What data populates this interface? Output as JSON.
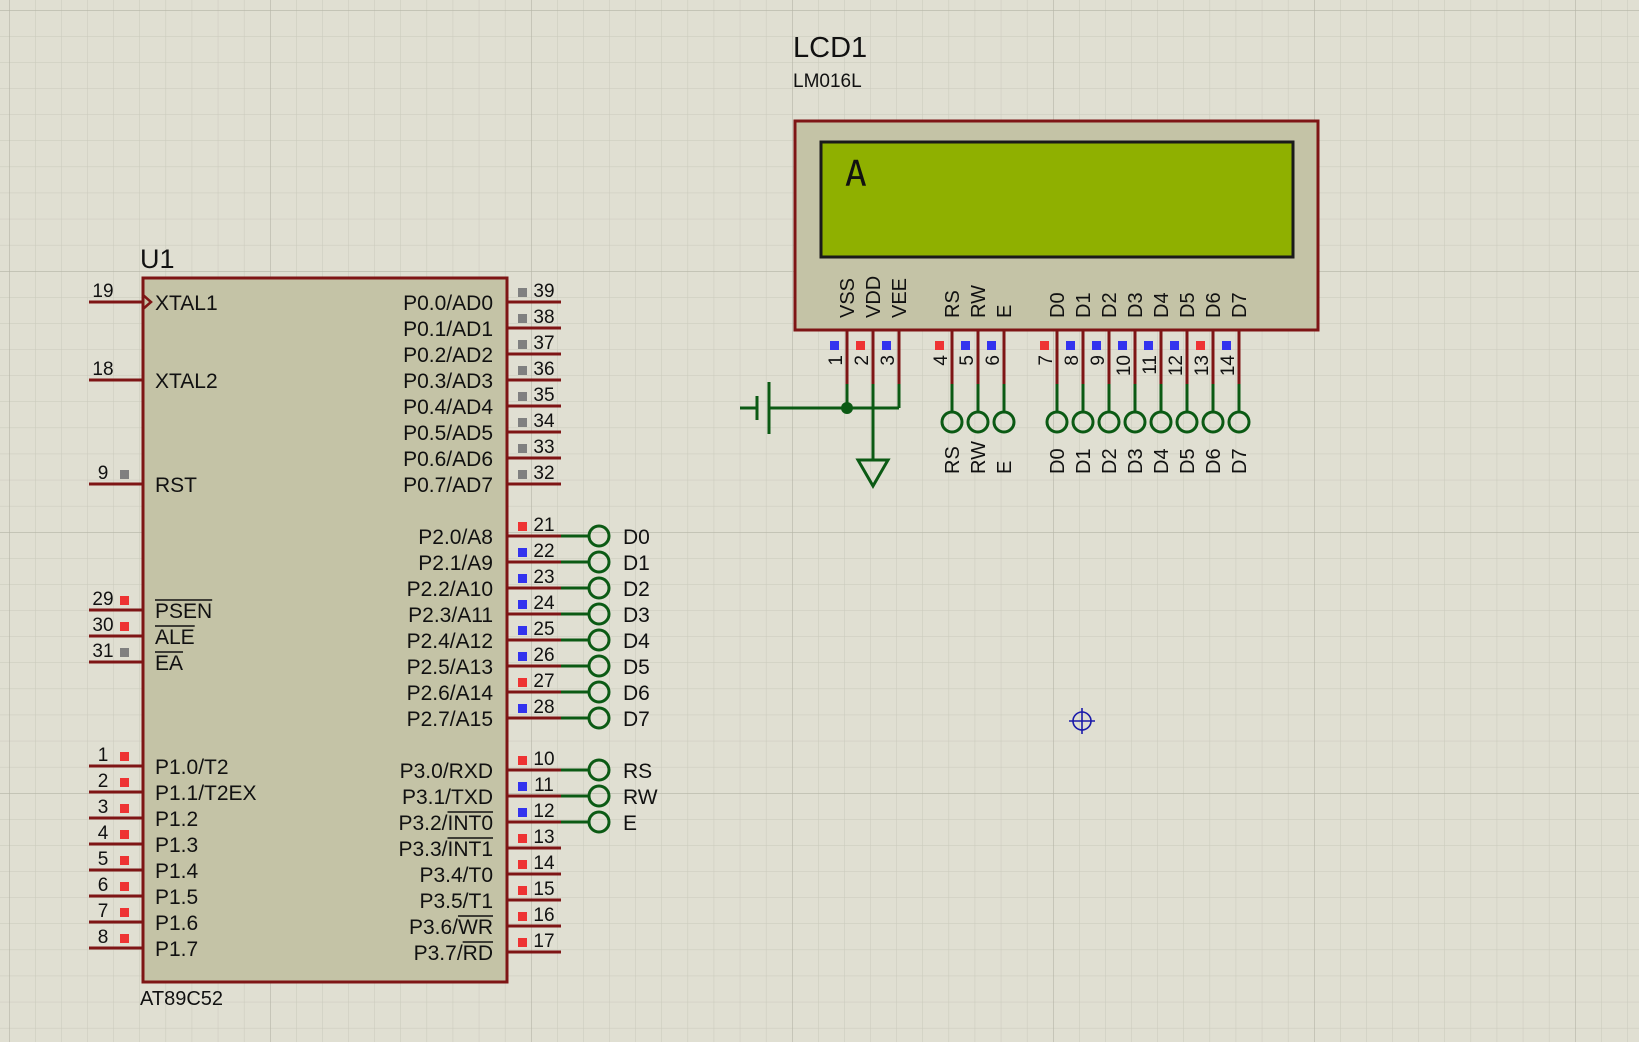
{
  "colors": {
    "background": "#e0dfd2",
    "grid_minor": "#c9c9bb",
    "grid_major": "#b7b7a8",
    "component_body": "#c4c3a6",
    "component_border": "#7e1515",
    "wire": "#0b5a14",
    "lcd_screen": "#8fb000",
    "logic_high": "#ee3333",
    "logic_low": "#3333ee",
    "logic_floating": "#808080",
    "cursor": "#1a1aaa"
  },
  "mcu": {
    "ref": "U1",
    "part": "AT89C52",
    "left_pins": [
      {
        "num": "19",
        "label": "XTAL1",
        "clock": true
      },
      {
        "num": "18",
        "label": "XTAL2"
      },
      {
        "num": "9",
        "label": "RST",
        "state": "floating"
      },
      {
        "num": "29",
        "label": "PSEN",
        "overbar": "PSEN",
        "state": "high"
      },
      {
        "num": "30",
        "label": "ALE",
        "overbar": "ALE",
        "state": "high"
      },
      {
        "num": "31",
        "label": "EA",
        "overbar": "EA",
        "state": "floating"
      },
      {
        "num": "1",
        "label": "P1.0/T2",
        "state": "high"
      },
      {
        "num": "2",
        "label": "P1.1/T2EX",
        "state": "high"
      },
      {
        "num": "3",
        "label": "P1.2",
        "state": "high"
      },
      {
        "num": "4",
        "label": "P1.3",
        "state": "high"
      },
      {
        "num": "5",
        "label": "P1.4",
        "state": "high"
      },
      {
        "num": "6",
        "label": "P1.5",
        "state": "high"
      },
      {
        "num": "7",
        "label": "P1.6",
        "state": "high"
      },
      {
        "num": "8",
        "label": "P1.7",
        "state": "high"
      }
    ],
    "right_pins": [
      {
        "num": "39",
        "label": "P0.0/AD0",
        "state": "floating"
      },
      {
        "num": "38",
        "label": "P0.1/AD1",
        "state": "floating"
      },
      {
        "num": "37",
        "label": "P0.2/AD2",
        "state": "floating"
      },
      {
        "num": "36",
        "label": "P0.3/AD3",
        "state": "floating"
      },
      {
        "num": "35",
        "label": "P0.4/AD4",
        "state": "floating"
      },
      {
        "num": "34",
        "label": "P0.5/AD5",
        "state": "floating"
      },
      {
        "num": "33",
        "label": "P0.6/AD6",
        "state": "floating"
      },
      {
        "num": "32",
        "label": "P0.7/AD7",
        "state": "floating"
      },
      {
        "num": "21",
        "label": "P2.0/A8",
        "state": "high",
        "net": "D0"
      },
      {
        "num": "22",
        "label": "P2.1/A9",
        "state": "low",
        "net": "D1"
      },
      {
        "num": "23",
        "label": "P2.2/A10",
        "state": "low",
        "net": "D2"
      },
      {
        "num": "24",
        "label": "P2.3/A11",
        "state": "low",
        "net": "D3"
      },
      {
        "num": "25",
        "label": "P2.4/A12",
        "state": "low",
        "net": "D4"
      },
      {
        "num": "26",
        "label": "P2.5/A13",
        "state": "low",
        "net": "D5"
      },
      {
        "num": "27",
        "label": "P2.6/A14",
        "state": "high",
        "net": "D6"
      },
      {
        "num": "28",
        "label": "P2.7/A15",
        "state": "low",
        "net": "D7"
      },
      {
        "num": "10",
        "label": "P3.0/RXD",
        "state": "high",
        "net": "RS"
      },
      {
        "num": "11",
        "label": "P3.1/TXD",
        "state": "low",
        "net": "RW"
      },
      {
        "num": "12",
        "label": "P3.2/INT0",
        "overbar": "INT0",
        "state": "low",
        "net": "E"
      },
      {
        "num": "13",
        "label": "P3.3/INT1",
        "overbar": "INT1",
        "state": "high"
      },
      {
        "num": "14",
        "label": "P3.4/T0",
        "state": "high"
      },
      {
        "num": "15",
        "label": "P3.5/T1",
        "state": "high"
      },
      {
        "num": "16",
        "label": "P3.6/WR",
        "overbar": "WR",
        "state": "high"
      },
      {
        "num": "17",
        "label": "P3.7/RD",
        "overbar": "RD",
        "state": "high"
      }
    ]
  },
  "lcd": {
    "ref": "LCD1",
    "part": "LM016L",
    "display_text": "A",
    "pins": [
      {
        "num": "1",
        "label": "VSS",
        "state": "low"
      },
      {
        "num": "2",
        "label": "VDD",
        "state": "high"
      },
      {
        "num": "3",
        "label": "VEE",
        "state": "low"
      },
      {
        "num": "4",
        "label": "RS",
        "state": "high",
        "net": "RS"
      },
      {
        "num": "5",
        "label": "RW",
        "state": "low",
        "net": "RW"
      },
      {
        "num": "6",
        "label": "E",
        "state": "low",
        "net": "E"
      },
      {
        "num": "7",
        "label": "D0",
        "state": "high",
        "net": "D0"
      },
      {
        "num": "8",
        "label": "D1",
        "state": "low",
        "net": "D1"
      },
      {
        "num": "9",
        "label": "D2",
        "state": "low",
        "net": "D2"
      },
      {
        "num": "10",
        "label": "D3",
        "state": "low",
        "net": "D3"
      },
      {
        "num": "11",
        "label": "D4",
        "state": "low",
        "net": "D4"
      },
      {
        "num": "12",
        "label": "D5",
        "state": "low",
        "net": "D5"
      },
      {
        "num": "13",
        "label": "D6",
        "state": "high",
        "net": "D6"
      },
      {
        "num": "14",
        "label": "D7",
        "state": "low",
        "net": "D7"
      }
    ]
  }
}
